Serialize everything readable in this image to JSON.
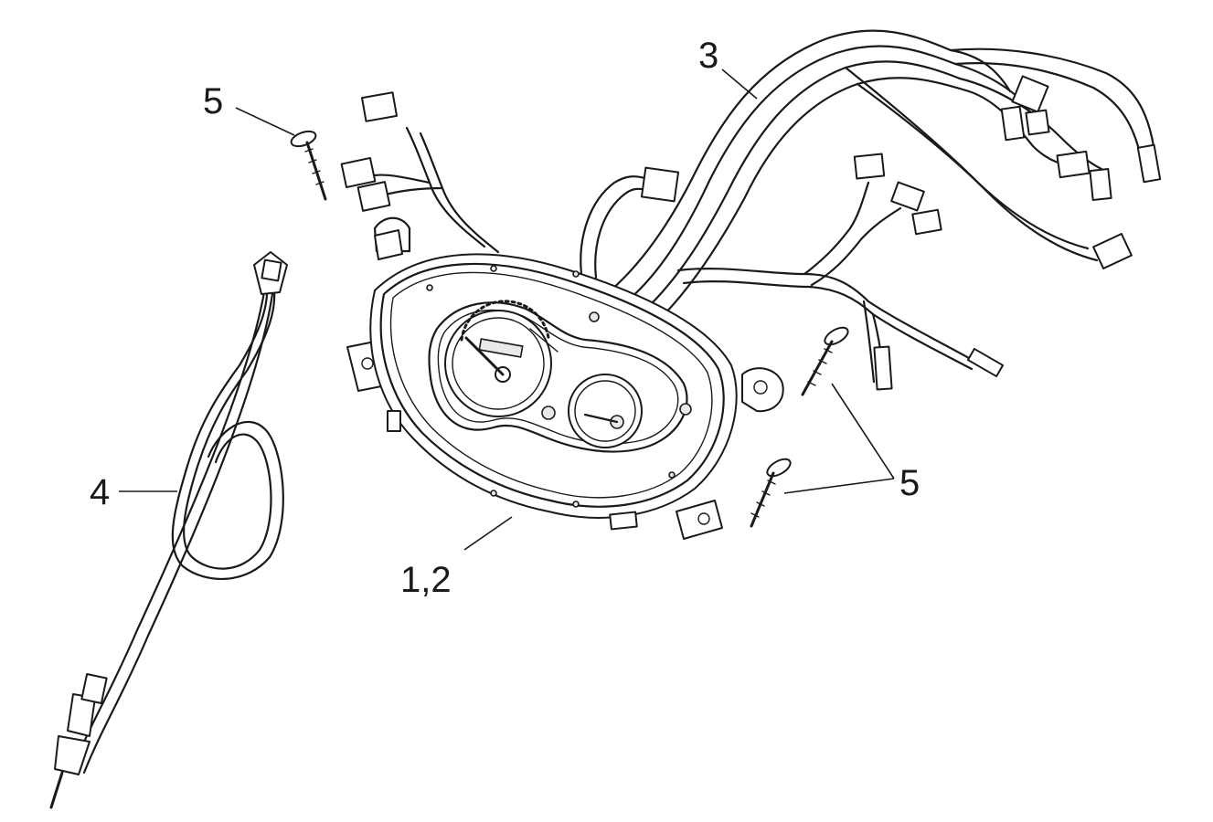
{
  "callouts": {
    "screw_top": "5",
    "harness": "3",
    "cable": "4",
    "screws_right": "5",
    "meter": "1,2"
  },
  "parts": [
    {
      "label": "1,2",
      "name": "speedometer-assembly-icon"
    },
    {
      "label": "3",
      "name": "wiring-harness-icon"
    },
    {
      "label": "4",
      "name": "speedometer-cable-icon"
    },
    {
      "label": "5",
      "name": "tapping-screw-icon"
    }
  ]
}
